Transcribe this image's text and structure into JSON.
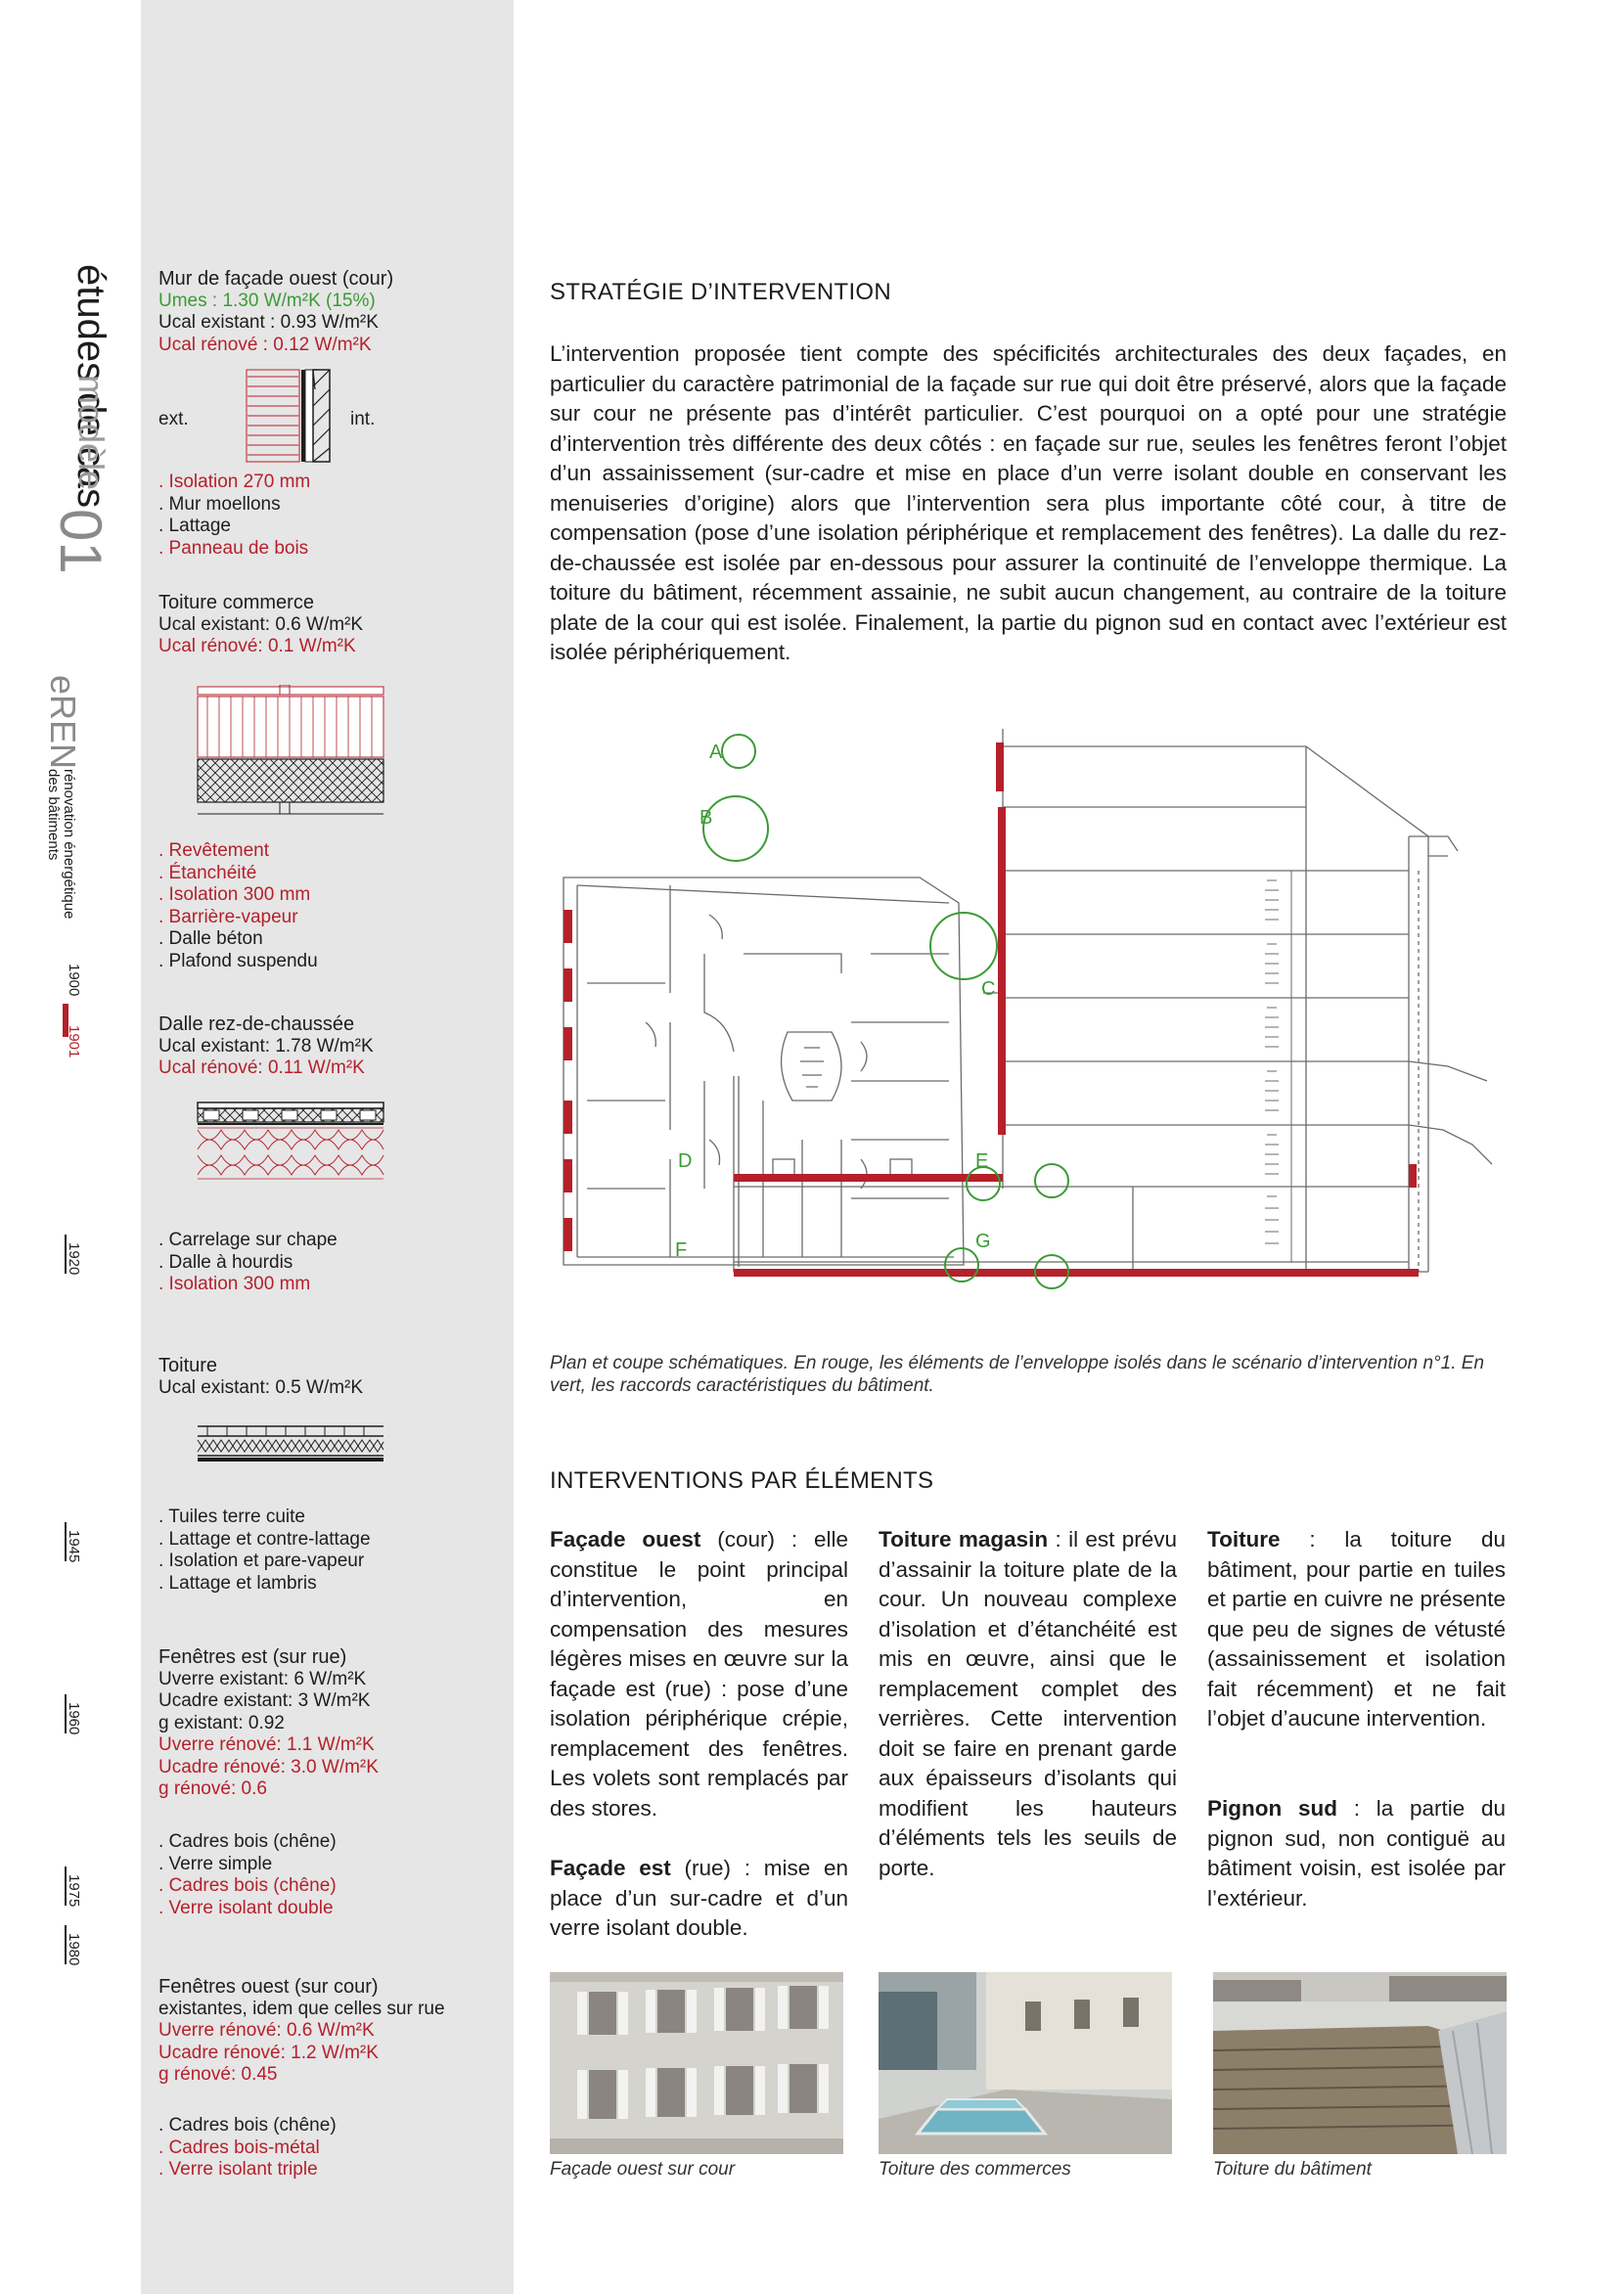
{
  "sidebar": {
    "title": "études de cas",
    "series": "modèle",
    "number": "01",
    "brand": "eREN",
    "brand_line1": "rénovation énergétique",
    "brand_line2": "des bâtiments",
    "timeline": [
      "1900",
      "1901",
      "1920",
      "1945",
      "1960",
      "1975",
      "1980"
    ]
  },
  "specs": {
    "mur": {
      "title": "Mur de façade ouest (cour)",
      "umes": "Umes : 1.30 W/m²K (15%)",
      "exist": "Ucal existant : 0.93 W/m²K",
      "renov": "Ucal rénové : 0.12 W/m²K",
      "ext": "ext.",
      "int": "int.",
      "layers": [
        ". Isolation 270 mm",
        ". Mur moellons",
        ". Lattage",
        ". Panneau de bois"
      ]
    },
    "toiture_commerce": {
      "title": "Toiture commerce",
      "exist": "Ucal existant: 0.6 W/m²K",
      "renov": "Ucal rénové: 0.1 W/m²K",
      "layers": [
        ". Revêtement",
        ". Étanchéité",
        ". Isolation 300 mm",
        ". Barrière-vapeur",
        ". Dalle béton",
        ". Plafond suspendu"
      ]
    },
    "dalle": {
      "title": "Dalle rez-de-chaussée",
      "exist": "Ucal existant: 1.78 W/m²K",
      "renov": "Ucal rénové: 0.11 W/m²K",
      "layers": [
        ". Carrelage sur chape",
        ". Dalle à hourdis",
        ". Isolation 300 mm"
      ]
    },
    "toiture": {
      "title": "Toiture",
      "exist": "Ucal existant: 0.5 W/m²K",
      "layers": [
        ". Tuiles terre cuite",
        ". Lattage et contre-lattage",
        ". Isolation et pare-vapeur",
        ". Lattage et lambris"
      ]
    },
    "fen_est": {
      "title": "Fenêtres est (sur rue)",
      "uverre": "Uverre existant: 6 W/m²K",
      "ucadre": "Ucadre existant: 3 W/m²K",
      "g": "g existant: 0.92",
      "uverre_r": "Uverre rénové: 1.1 W/m²K",
      "ucadre_r": "Ucadre rénové: 3.0 W/m²K",
      "g_r": "g rénové: 0.6",
      "layers": [
        ". Cadres bois (chêne)",
        ". Verre simple",
        ". Cadres bois (chêne)",
        ". Verre isolant double"
      ]
    },
    "fen_ouest": {
      "title": "Fenêtres ouest (sur cour)",
      "sub": "existantes, idem que celles sur rue",
      "uverre_r": "Uverre rénové: 0.6 W/m²K",
      "ucadre_r": "Ucadre rénové: 1.2 W/m²K",
      "g_r": "g rénové: 0.45",
      "layers": [
        ". Cadres bois (chêne)",
        ". Cadres bois-métal",
        ". Verre isolant triple"
      ]
    }
  },
  "main": {
    "strategy_title": "STRATÉGIE D’INTERVENTION",
    "strategy_text": "L’intervention proposée tient compte des spécificités architecturales des deux façades, en particulier du caractère patrimonial de la façade sur rue qui doit être préservé, alors que la façade sur cour ne présente pas d’intérêt particulier. C’est pourquoi on a opté pour une stratégie d’intervention très différente des deux côtés : en façade sur rue, seules les fenêtres feront l’objet d’un assainissement (sur-cadre et mise en place d’un verre isolant double en conservant les menuiseries d’origine) alors que l’intervention sera plus importante côté cour, à titre de compensation (pose d’une isolation périphérique et remplacement des fenêtres). La dalle du rez-de-chaussée est isolée par en-dessous pour assurer la continuité de l’enveloppe thermique. La toiture du bâtiment, récemment assainie, ne subit aucun changement, au contraire de la toiture plate de la cour qui est isolée. Finalement, la partie du pignon sud en contact avec l’extérieur est isolée périphériquement.",
    "drawing_labels": [
      "A",
      "B",
      "C",
      "D",
      "E",
      "F",
      "G"
    ],
    "drawing_caption": "Plan et coupe schématiques. En rouge, les éléments de l’enveloppe isolés dans le scénario d’intervention n°1. En vert, les raccords caractéristiques du bâtiment.",
    "elements_title": "INTERVENTIONS PAR ÉLÉMENTS",
    "col1_a_bold": "Façade ouest",
    "col1_a_text": " (cour) : elle constitue le point principal d’intervention, en compensation des mesures légères mises en œuvre sur la façade est (rue) : pose d’une isolation périphérique crépie, remplacement des fenêtres. Les volets sont remplacés par des stores.",
    "col1_b_bold": "Façade est",
    "col1_b_text": " (rue) : mise en place d’un sur-cadre et d’un verre isolant double.",
    "col2_bold": "Toiture magasin",
    "col2_text": " : il est prévu d’assainir la toiture plate de la cour. Un nouveau complexe d’isolation et d’étanchéité est mis en œuvre, ainsi que le remplacement complet des verrières. Cette intervention doit se faire en prenant garde aux épaisseurs d’isolants qui modifient les hauteurs d’éléments tels les seuils de porte.",
    "col3_a_bold": "Toiture",
    "col3_a_text": " : la toiture du bâtiment, pour partie en tuiles et partie en cuivre ne présente que peu de signes de vétusté (assainissement et isolation fait récemment) et ne fait l’objet d’aucune intervention.",
    "col3_b_bold": "Pignon sud",
    "col3_b_text": " : la partie du pignon sud, non contiguë au bâtiment voisin, est isolée par l’extérieur.",
    "photo_captions": [
      "Façade ouest sur cour",
      "Toiture des commerces",
      "Toiture du bâtiment"
    ]
  },
  "colors": {
    "red": "#b5202b",
    "green": "#3b9b35",
    "gray": "#e6e6e6"
  }
}
